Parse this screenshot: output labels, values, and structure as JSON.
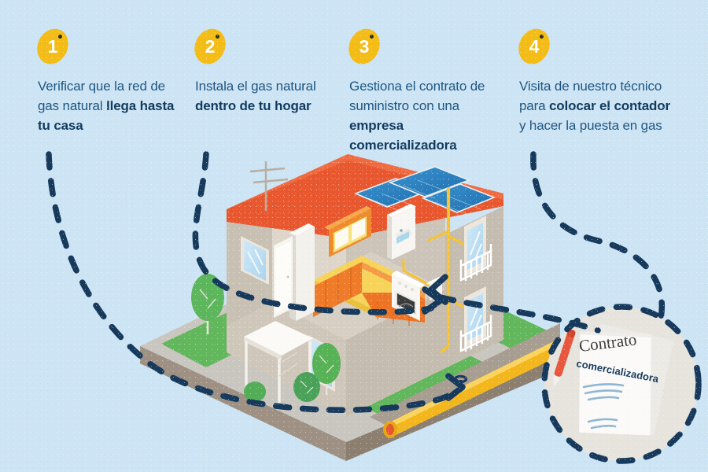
{
  "meta": {
    "background_color": "#cde4f4",
    "text_color": "#1d5580",
    "bold_text_color": "#103a5d",
    "badge_color": "#f4bc16",
    "dashed_path_color": "#16395c",
    "gas_pipe_color": "#f7c22b",
    "roof_color": "#e8562d",
    "wall_color": "#cfc6ba",
    "grass_color": "#5cb85c",
    "solar_panel_color": "#2e86c6"
  },
  "steps": [
    {
      "number": "1",
      "text_parts": [
        {
          "text": "Verificar que la red de gas natural ",
          "bold": false
        },
        {
          "text": "llega hasta tu casa",
          "bold": true
        }
      ],
      "plain_text": "Verificar que la red de gas natural llega hasta tu casa"
    },
    {
      "number": "2",
      "text_parts": [
        {
          "text": "Instala el gas natural ",
          "bold": false
        },
        {
          "text": "dentro de tu hogar",
          "bold": true
        }
      ],
      "plain_text": "Instala el gas natural dentro de tu hogar"
    },
    {
      "number": "3",
      "text_parts": [
        {
          "text": "Gestiona el contrato de suministro con una ",
          "bold": false
        },
        {
          "text": "empresa comercializadora",
          "bold": true
        }
      ],
      "plain_text": "Gestiona el contrato de suministro con una empresa comercializadora"
    },
    {
      "number": "4",
      "text_parts": [
        {
          "text": "Visita de nuestro técnico para ",
          "bold": false
        },
        {
          "text": "colocar el contador",
          "bold": true
        },
        {
          "text": " y hacer la puesta en gas",
          "bold": false
        }
      ],
      "plain_text": "Visita de nuestro técnico para colocar el contador y hacer la puesta en gas"
    }
  ],
  "illustration": {
    "scene_name": "isometric-house-gas-installation",
    "contract_document": {
      "title": "Contrato",
      "subtitle": "comercializadora",
      "pen_color": "#e8563c"
    },
    "elements": [
      "roof-antenna",
      "solar-panels",
      "red-roof",
      "kitchen-cabinets",
      "gas-boiler",
      "gas-stove",
      "fridge",
      "interior-door",
      "balcony-front-upper",
      "balcony-front-lower",
      "side-window",
      "porch-canopy",
      "garden-trees",
      "green-lawn",
      "sidewalk",
      "yellow-gas-pipe-street",
      "yellow-gas-riser",
      "gas-valve-key"
    ]
  }
}
